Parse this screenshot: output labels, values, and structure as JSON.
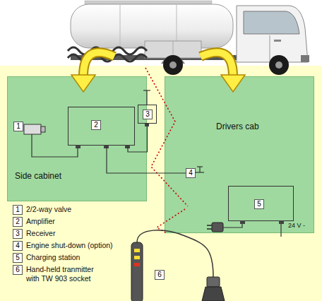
{
  "diagram": {
    "nodes": [
      {
        "text": [
          "Side cabinet"
        ]
      },
      {
        "text": [
          "1"
        ],
        "in": 0
      },
      {
        "text": [
          "2"
        ],
        "in": 0
      },
      {
        "text": [
          "3"
        ]
      },
      {
        "text": [
          "Drivers cab"
        ]
      },
      {
        "text": [
          "4"
        ],
        "in": 4
      },
      {
        "text": [
          "5"
        ],
        "in": 4
      },
      {
        "text": [
          "6"
        ]
      }
    ],
    "edges": [
      {
        "from": 2,
        "to": 3,
        "arrow": "none"
      },
      {
        "from": 2,
        "to": 5,
        "arrow": "none"
      }
    ],
    "labels": [
      "1",
      "2",
      "3",
      "4",
      "5",
      "6",
      "24 V -"
    ],
    "legend": [
      {
        "text": "2/2-way valve"
      },
      {
        "text": "Amplifier"
      },
      {
        "text": "Receiver"
      },
      {
        "text": "Engine shut-down (option)"
      },
      {
        "text": "Charging station"
      },
      {
        "text": "Hand-held tranmitter with TW 903 socket"
      }
    ]
  }
}
